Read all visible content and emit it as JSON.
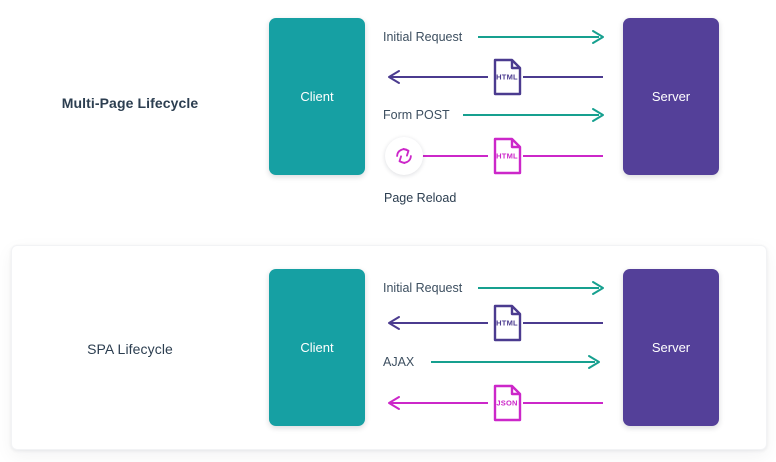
{
  "colors": {
    "client_box": "#16a0a3",
    "server_box": "#544099",
    "teal_arrow": "#16a08f",
    "purple_arrow": "#4b3b8f",
    "magenta_arrow": "#cc27c9",
    "title_text": "#2c3e50",
    "label_text": "#3d4f60",
    "page_background": "#ffffff",
    "card_background": "#ffffff"
  },
  "sections": [
    {
      "id": "mpa",
      "title": "Multi-Page Lifecycle",
      "title_weight": "bold",
      "client_label": "Client",
      "server_label": "Server",
      "flows": [
        {
          "label": "Initial Request",
          "direction": "right",
          "color": "teal",
          "badge": null
        },
        {
          "label": "",
          "direction": "left",
          "color": "purple",
          "badge": "HTML"
        },
        {
          "label": "Form POST",
          "direction": "right",
          "color": "teal",
          "badge": null
        },
        {
          "label": "",
          "direction": "left",
          "color": "magenta",
          "badge": "HTML",
          "icon": "reload-icon"
        }
      ],
      "caption": "Page Reload"
    },
    {
      "id": "spa",
      "title": "SPA Lifecycle",
      "title_weight": "regular",
      "client_label": "Client",
      "server_label": "Server",
      "flows": [
        {
          "label": "Initial Request",
          "direction": "right",
          "color": "teal",
          "badge": null
        },
        {
          "label": "",
          "direction": "left",
          "color": "purple",
          "badge": "HTML"
        },
        {
          "label": "AJAX",
          "direction": "right",
          "color": "teal",
          "badge": null
        },
        {
          "label": "",
          "direction": "left",
          "color": "magenta",
          "badge": "JSON"
        }
      ],
      "caption": ""
    }
  ]
}
